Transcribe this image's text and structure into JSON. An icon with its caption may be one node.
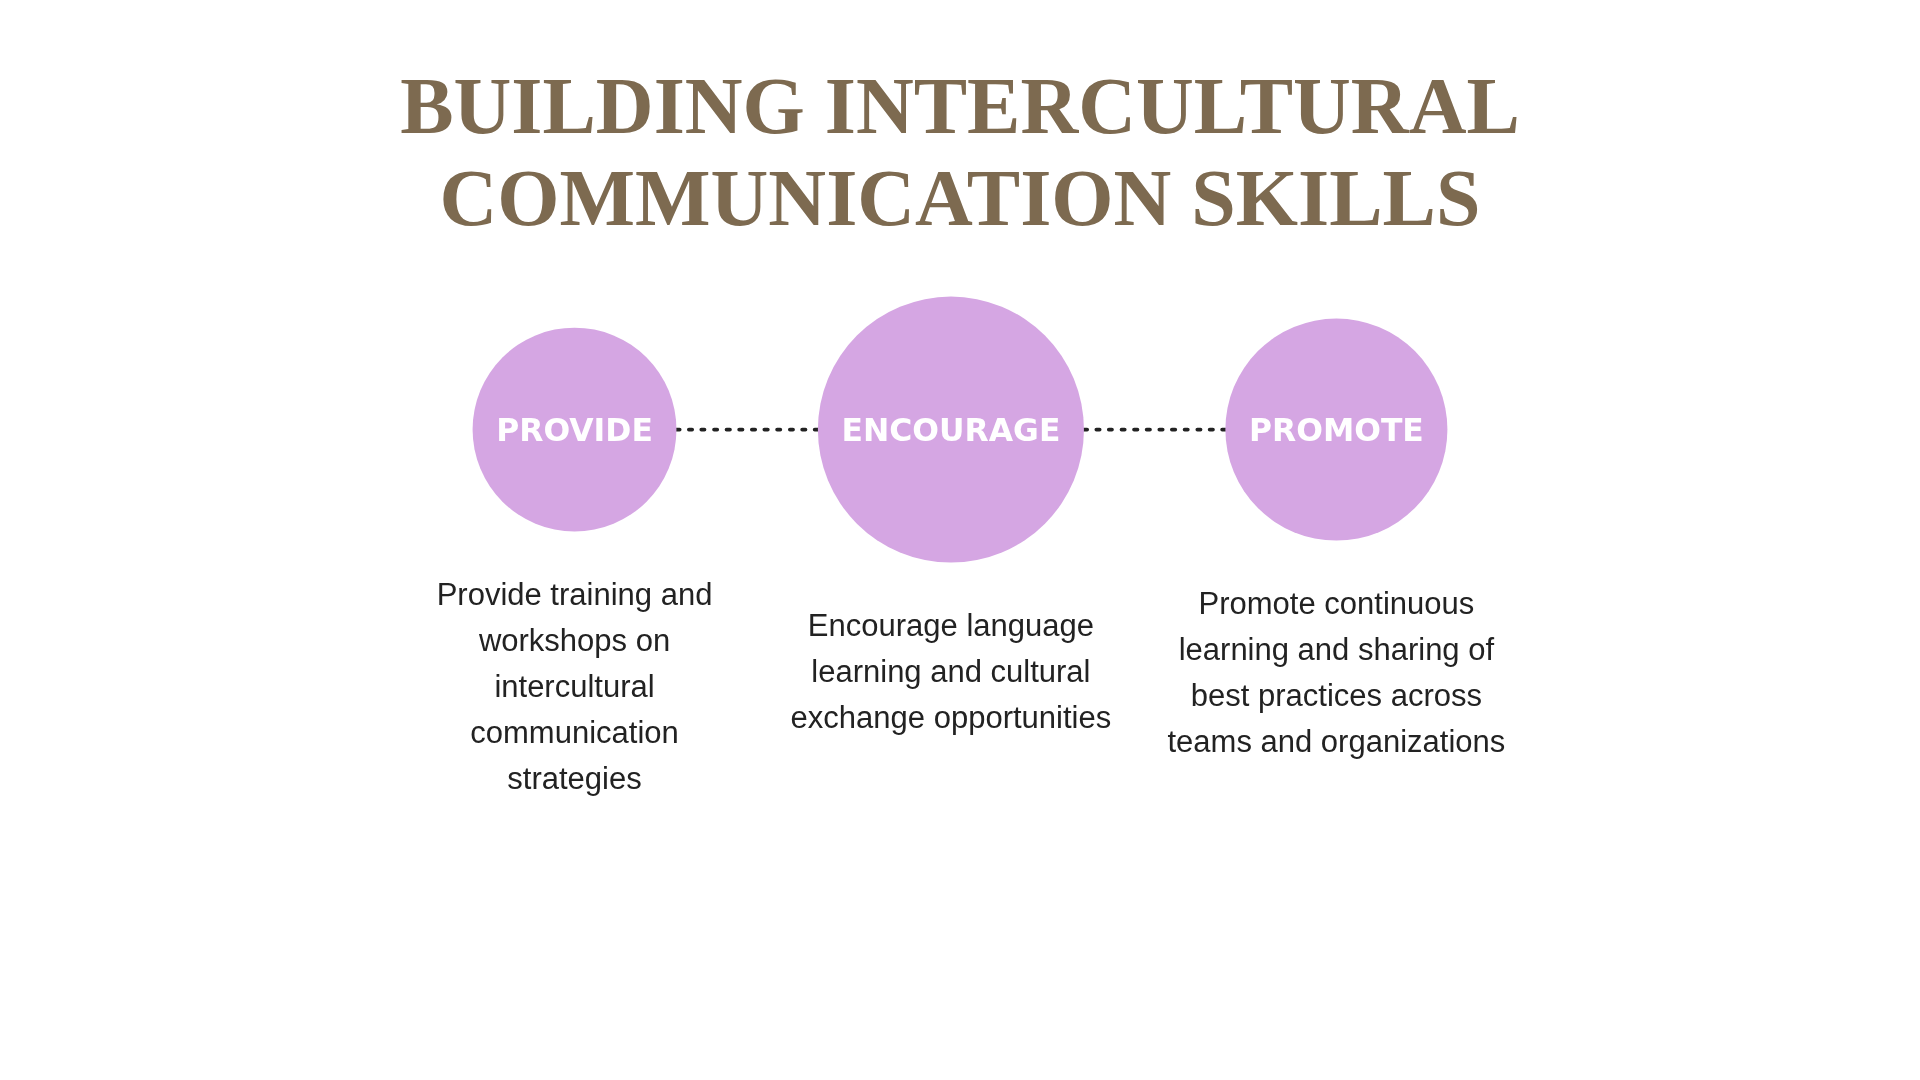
{
  "diagram": {
    "title": "BUILDING INTERCULTURAL COMMUNICATION SKILLS",
    "nodes": [
      {
        "text": [
          "PROVIDE"
        ],
        "beside": [
          "Provide training and workshops on intercultural communication strategies"
        ]
      },
      {
        "text": [
          "ENCOURAGE"
        ],
        "beside": [
          "Encourage language learning and cultural exchange opportunities"
        ]
      },
      {
        "text": [
          "PROMOTE"
        ],
        "beside": [
          "Promote continuous learning and sharing of best practices across teams and organizations"
        ]
      }
    ],
    "edges": [
      {
        "from": 0,
        "to": 1,
        "arrow": "none",
        "style": "dashed"
      },
      {
        "from": 1,
        "to": 2,
        "arrow": "none",
        "style": "dashed"
      }
    ]
  }
}
